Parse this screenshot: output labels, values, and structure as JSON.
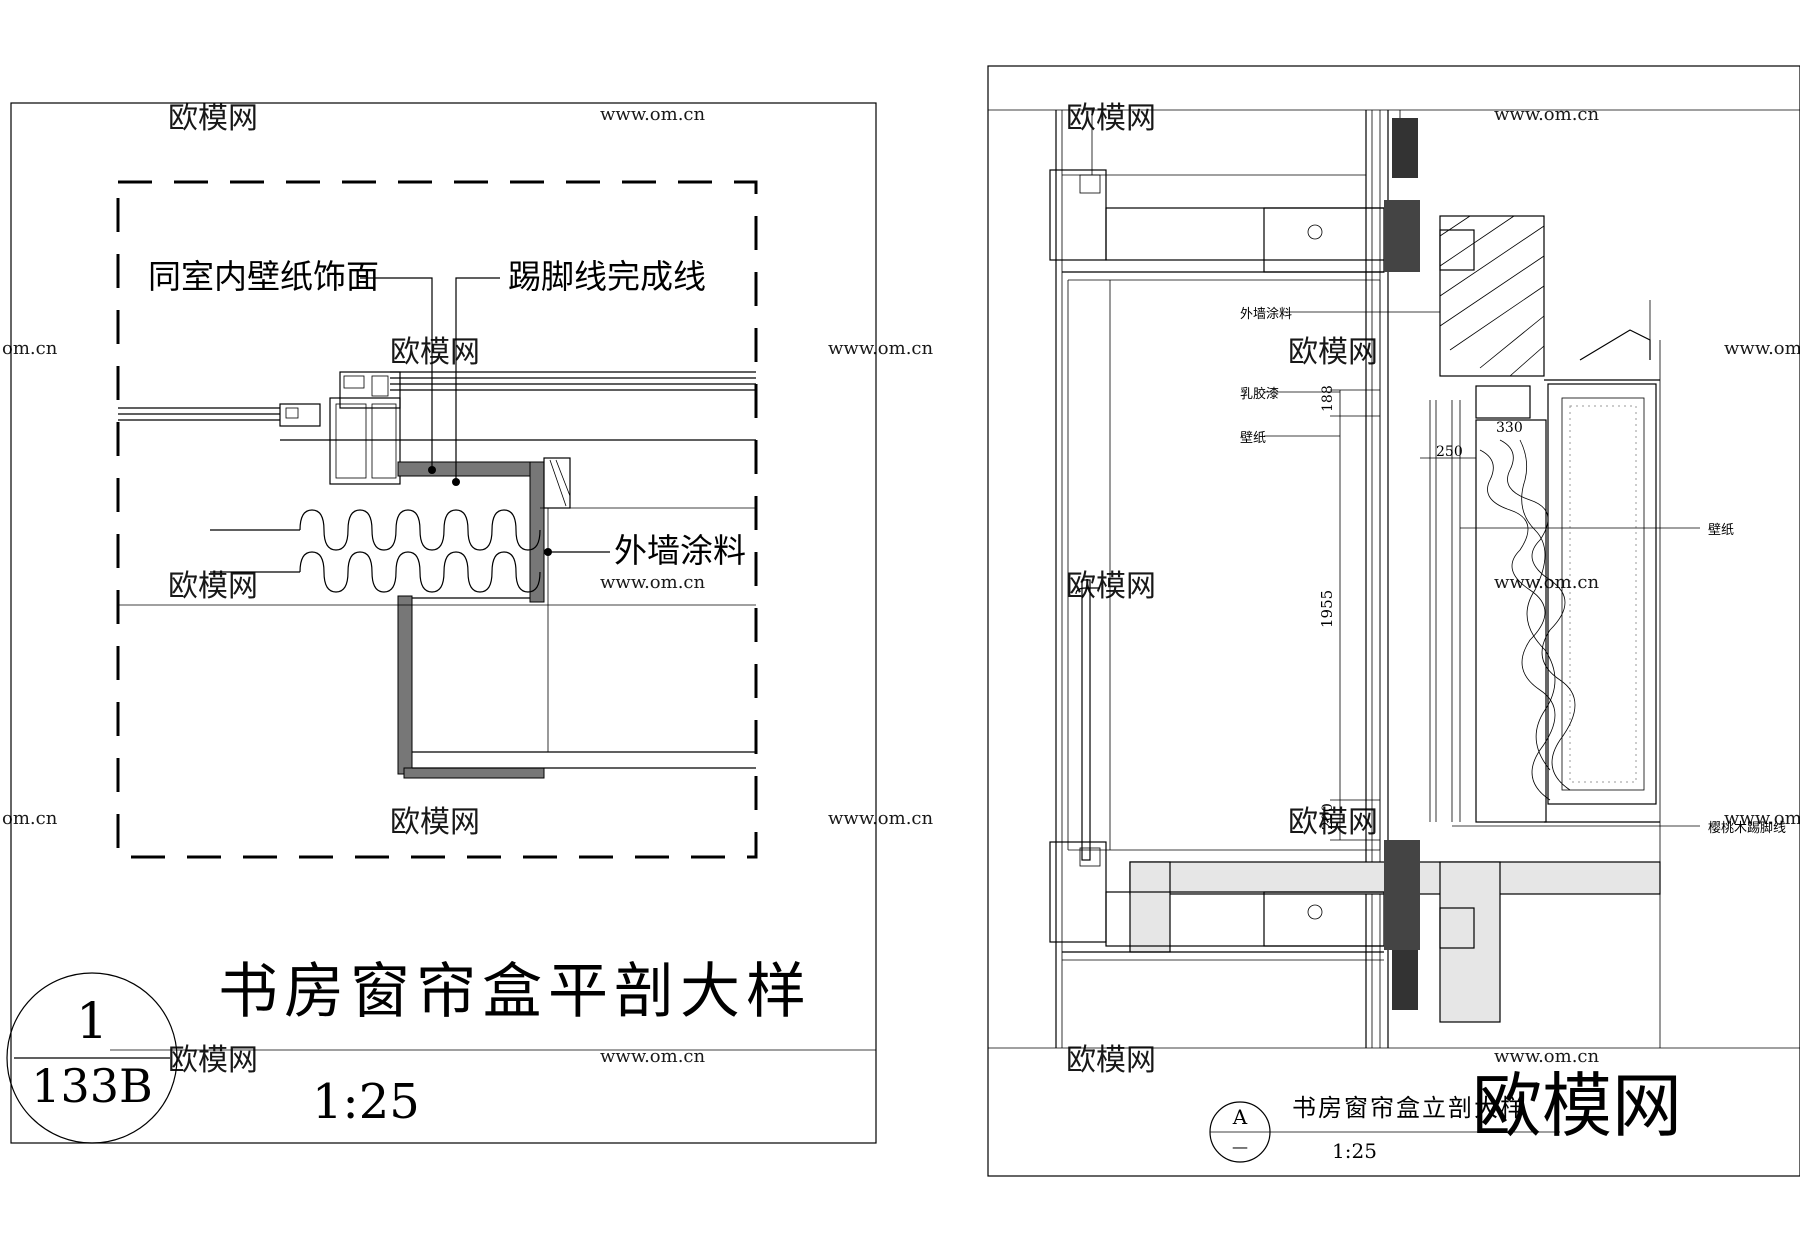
{
  "left_sheet": {
    "title": "书房窗帘盒平剖大样",
    "scale": "1:25",
    "detail_number": "1",
    "sheet_number": "133B",
    "labels": {
      "wallpaper": "同室内壁纸饰面",
      "skirting": "踢脚线完成线",
      "exterior": "外墙涂料"
    }
  },
  "right_sheet": {
    "title": "书房窗帘盒立剖大样",
    "scale": "1:25",
    "detail_letter": "A",
    "detail_sub": "—",
    "labels": {
      "exterior": "外墙涂料",
      "latex": "乳胶漆",
      "wallpaper_left": "壁纸",
      "wallpaper_right": "壁纸",
      "cherry_skirting": "樱桃木踢脚线"
    },
    "dimensions": {
      "d188": "188",
      "d330": "330",
      "d250": "250",
      "d1955": "1955",
      "d200": "200"
    }
  },
  "watermark": {
    "brand": "欧模网",
    "url": "www.om.cn",
    "url_partial": "om.cn"
  }
}
